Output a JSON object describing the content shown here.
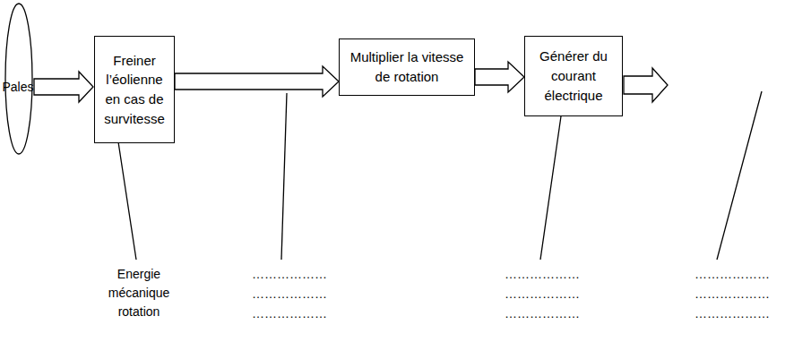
{
  "diagram": {
    "nodes": [
      {
        "text": [
          "Freiner l’éolienne en cas de survitesse"
        ]
      },
      {
        "text": [
          "Multiplier la vitesse de rotation"
        ]
      },
      {
        "text": [
          "Générer du courant électrique"
        ]
      }
    ],
    "edges": [
      {
        "from": 0,
        "to": 1,
        "arrow": "to"
      },
      {
        "from": 1,
        "to": 2,
        "arrow": "to"
      }
    ],
    "labels": [
      "Pales",
      "Energie mécanique rotation",
      "………………",
      "………………",
      "………………",
      "………………",
      "………………",
      "………………",
      "………………",
      "………………",
      "………………"
    ]
  }
}
